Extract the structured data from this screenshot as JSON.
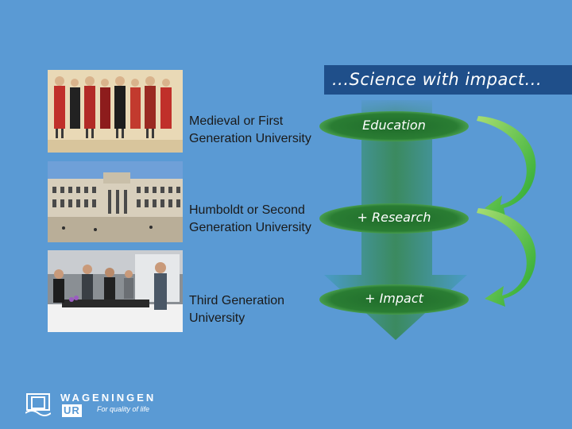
{
  "title": "...Science with impact...",
  "rows": [
    {
      "label_line1": "Medieval or First",
      "label_line2": "Generation University",
      "stage": "Education"
    },
    {
      "label_line1": "Humboldt or Second",
      "label_line2": "Generation University",
      "stage": "+ Research"
    },
    {
      "label_line1": "Third Generation",
      "label_line2": "University",
      "stage": "+ Impact"
    }
  ],
  "logo": {
    "name": "WAGENINGEN",
    "suffix": "UR",
    "tagline": "For quality of life"
  },
  "colors": {
    "background": "#5a9ad4",
    "title_bar": "#1f4f8a",
    "ellipse": "#2e7d32",
    "arrow": "#3cb043",
    "column": "#3f8f6e"
  }
}
